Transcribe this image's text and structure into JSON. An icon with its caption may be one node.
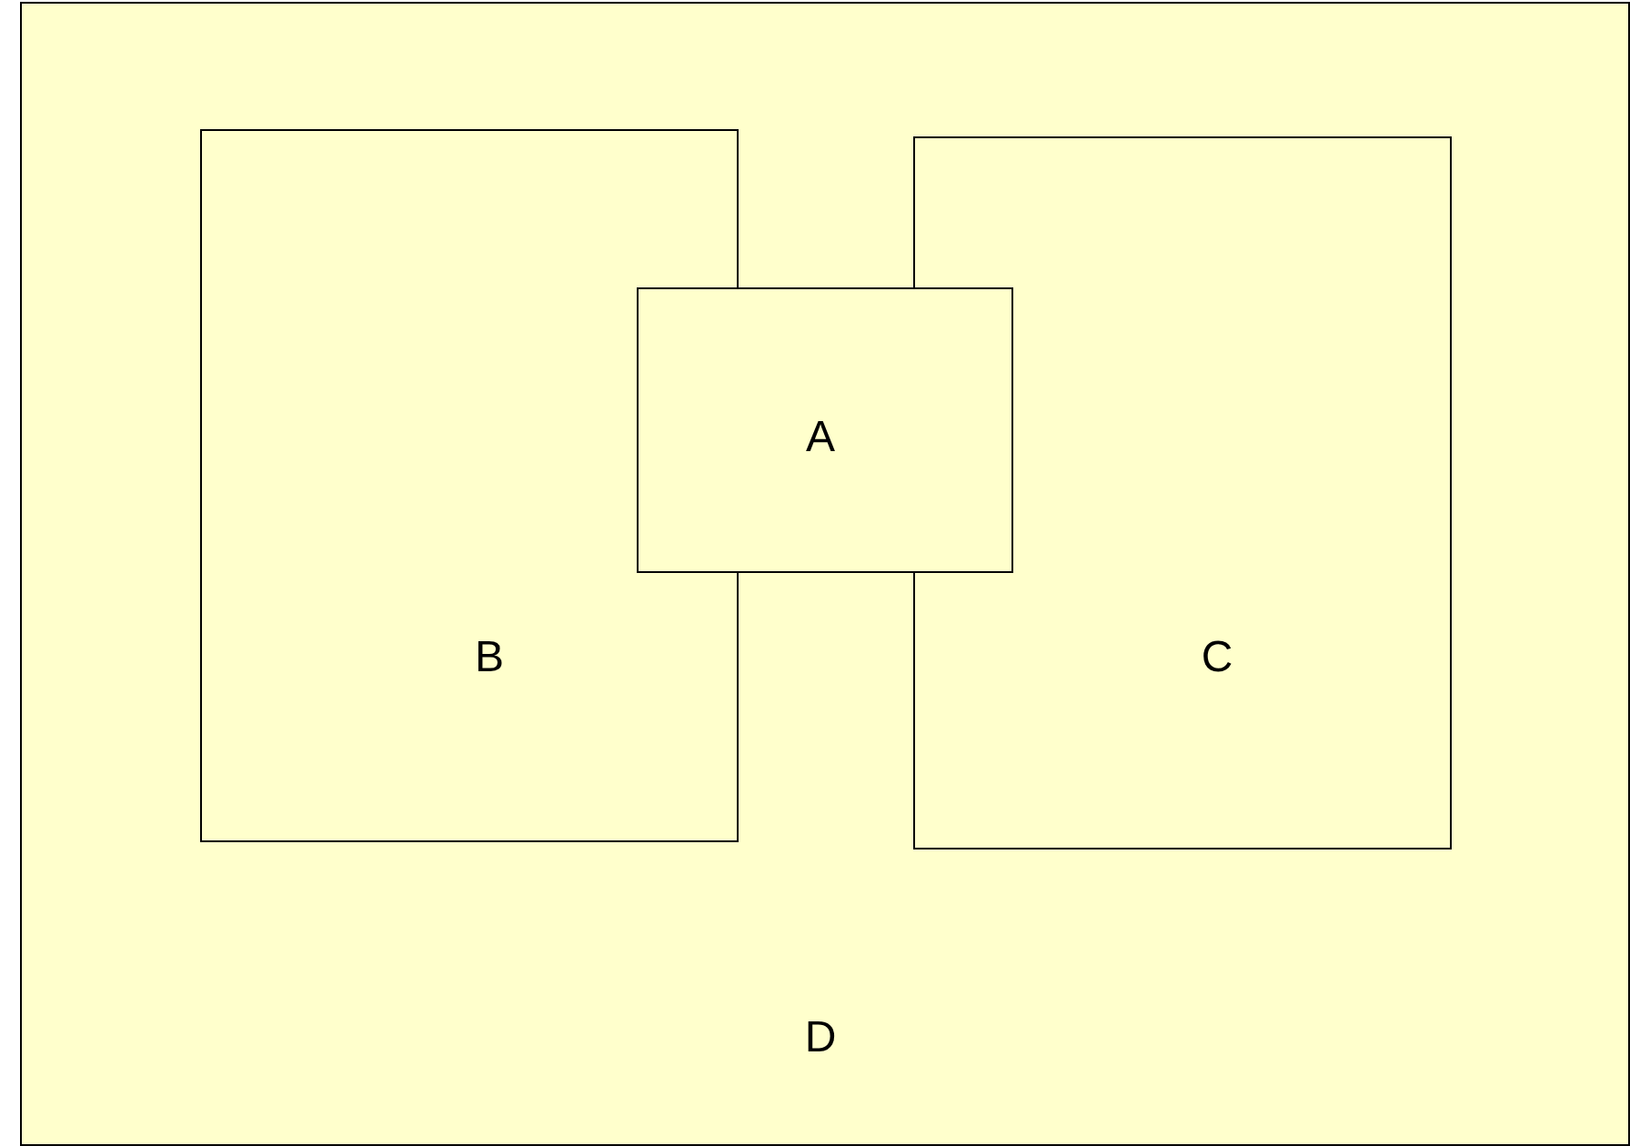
{
  "diagram": {
    "nodes": [
      {
        "text": [
          "D"
        ]
      },
      {
        "text": [
          "A"
        ],
        "in": 0
      },
      {
        "text": [
          "B"
        ],
        "in": 0
      },
      {
        "text": [
          "C"
        ],
        "in": 0
      }
    ]
  }
}
